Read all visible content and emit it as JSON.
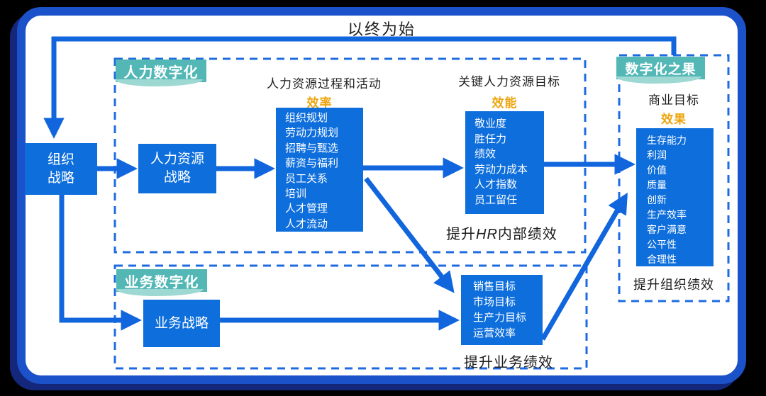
{
  "title": "以终为始",
  "org_strategy": {
    "label": "组织\n战略"
  },
  "hr_section": {
    "tag": "人力数字化",
    "strategy_label": "人力资源\n战略",
    "process": {
      "heading": "人力资源过程和活动",
      "badge": "效率",
      "items": [
        "组织规划",
        "劳动力规划",
        "招聘与甄选",
        "薪资与福利",
        "员工关系",
        "培训",
        "人才管理",
        "人才流动"
      ]
    },
    "goals": {
      "heading": "关键人力资源目标",
      "badge": "效能",
      "items": [
        "敬业度",
        "胜任力",
        "绩效",
        "劳动力成本",
        "人才指数",
        "员工留任"
      ]
    },
    "caption": {
      "prefix": "提升",
      "em": "HR",
      "suffix": "内部绩效"
    }
  },
  "biz_section": {
    "tag": "业务数字化",
    "strategy_label": "业务战略",
    "goals": {
      "items": [
        "销售目标",
        "市场目标",
        "生产力目标",
        "运营效率"
      ]
    },
    "caption": "提升业务绩效"
  },
  "result_section": {
    "tag": "数字化之果",
    "heading": "商业目标",
    "badge": "效果",
    "items": [
      "生存能力",
      "利润",
      "价值",
      "质量",
      "创新",
      "生产效率",
      "客户满意",
      "公平性",
      "合理性"
    ],
    "caption": "提升组织绩效"
  },
  "colors": {
    "box_blue": "#0d6edc",
    "arrow_blue": "#1166dd",
    "dash_blue": "#1e6be0",
    "teal": "#53b7b6",
    "orange": "#eda50e",
    "card_border": "#1c52c9",
    "shadow_navy": "#15277b"
  }
}
